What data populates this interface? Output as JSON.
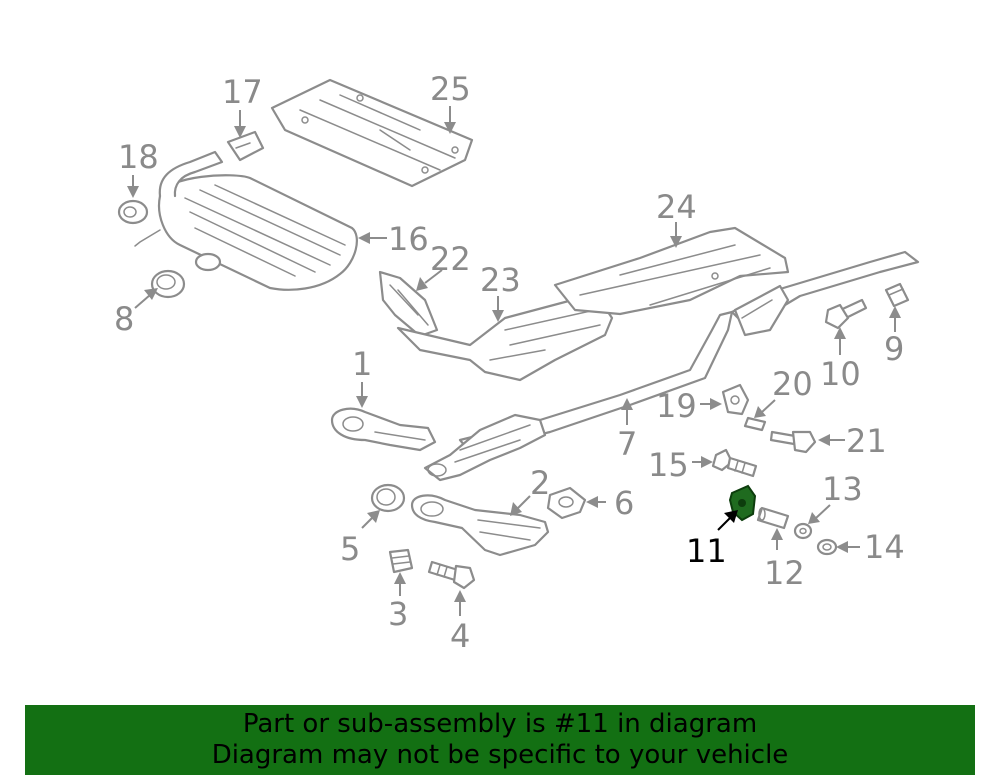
{
  "highlighted_part": "11",
  "callouts": {
    "c1": "1",
    "c2": "2",
    "c3": "3",
    "c4": "4",
    "c5": "5",
    "c6": "6",
    "c7": "7",
    "c8": "8",
    "c9": "9",
    "c10": "10",
    "c11": "11",
    "c12": "12",
    "c13": "13",
    "c14": "14",
    "c15": "15",
    "c16": "16",
    "c17": "17",
    "c18": "18",
    "c19": "19",
    "c20": "20",
    "c21": "21",
    "c22": "22",
    "c23": "23",
    "c24": "24",
    "c25": "25"
  },
  "banner": {
    "line1": "Part or sub-assembly is #11 in diagram",
    "line2": "Diagram may not be specific to your vehicle"
  },
  "colors": {
    "highlight": "#1f6b1f",
    "banner_bg": "#137013",
    "line_art": "#8c8c8c"
  }
}
